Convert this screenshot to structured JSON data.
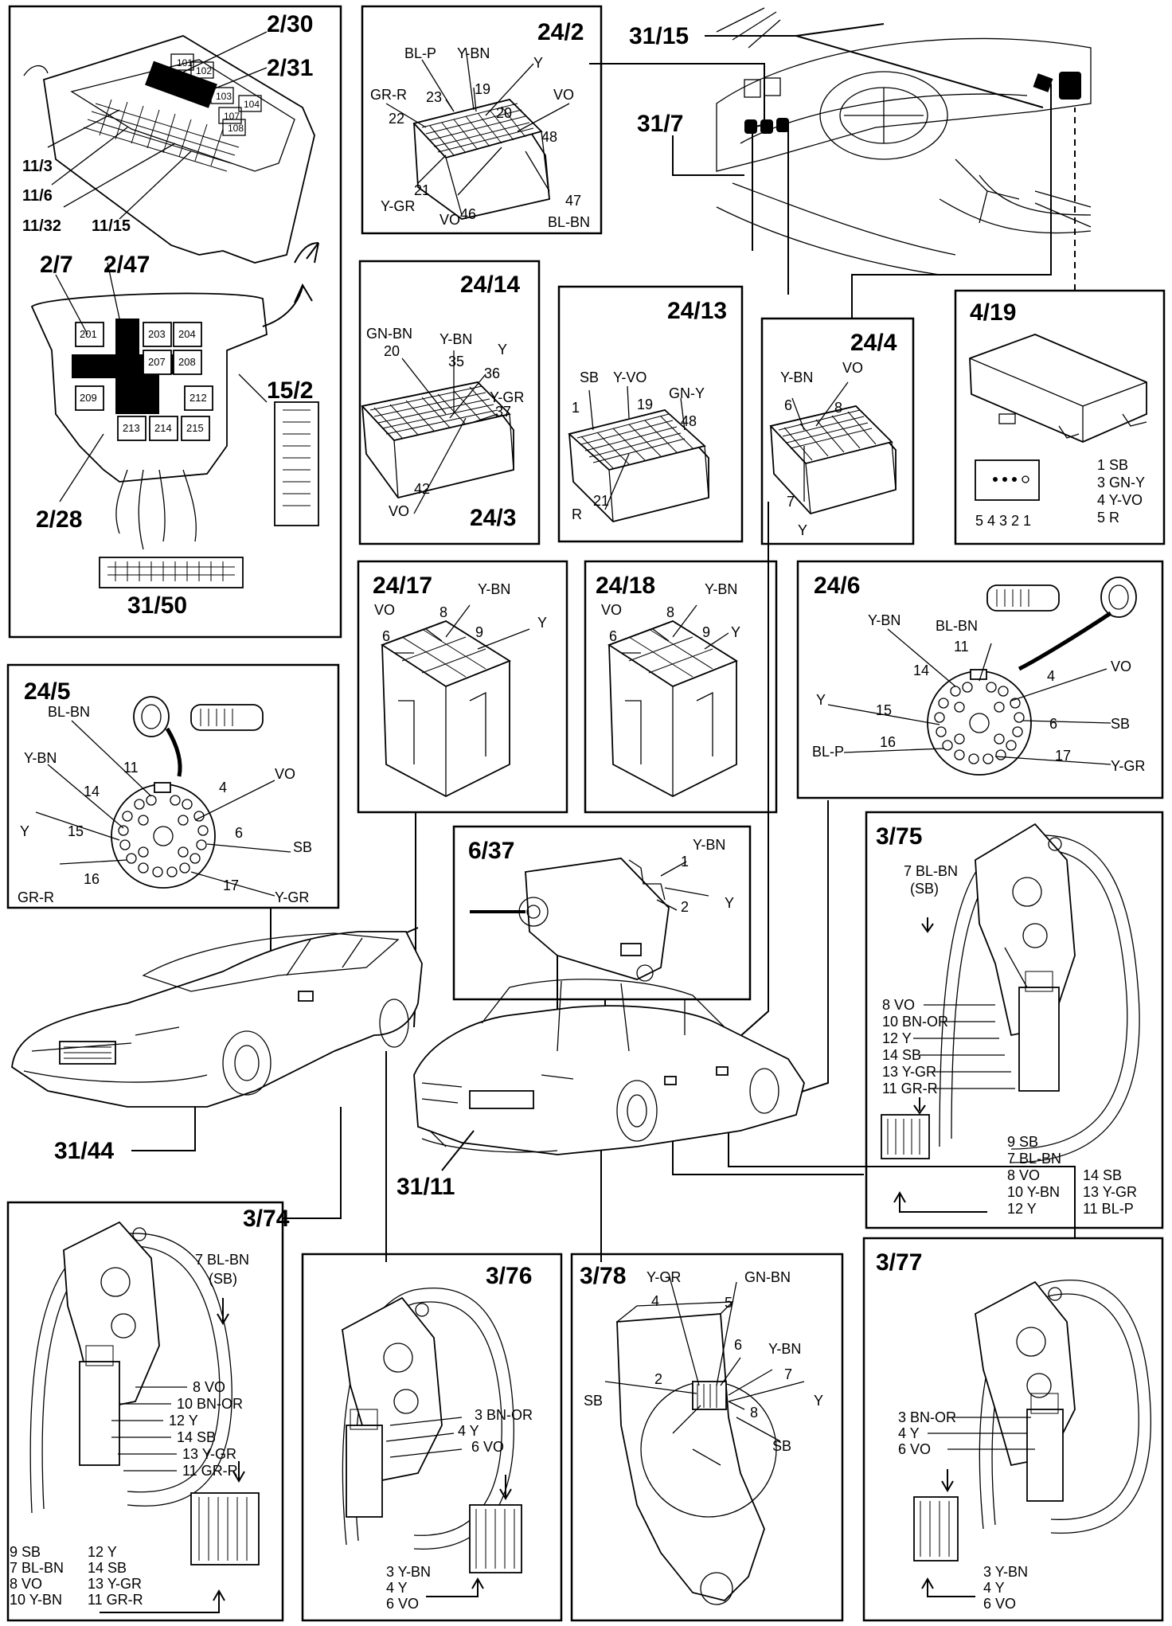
{
  "panels": {
    "fusebox": {
      "refs": [
        "2/30",
        "2/31",
        "11/3",
        "11/6",
        "11/32",
        "11/15",
        "2/7",
        "2/47",
        "15/2",
        "2/28",
        "31/50"
      ],
      "relay_numbers_top": [
        "101",
        "102",
        "103",
        "104",
        "107",
        "108"
      ],
      "relay_numbers_bottom": [
        "201",
        "203",
        "204",
        "207",
        "208",
        "209",
        "212",
        "213",
        "214",
        "215"
      ]
    },
    "p24_2": {
      "title": "24/2",
      "labels": [
        "BL-P",
        "Y-BN",
        "Y",
        "GR-R",
        "VO",
        "23",
        "19",
        "20",
        "22",
        "48",
        "21",
        "Y-GR",
        "VO",
        "46",
        "47",
        "BL-BN"
      ]
    },
    "dash": {
      "refs": [
        "31/15",
        "31/7"
      ]
    },
    "p24_14": {
      "title": "24/14",
      "subtitle": "24/3",
      "labels": [
        "GN-BN",
        "Y-BN",
        "20",
        "35",
        "Y",
        "36",
        "Y-GR",
        "37",
        "42",
        "VO"
      ]
    },
    "p24_13": {
      "title": "24/13",
      "labels": [
        "SB",
        "Y-VO",
        "1",
        "19",
        "GN-Y",
        "48",
        "21",
        "R"
      ]
    },
    "p24_4": {
      "title": "24/4",
      "labels": [
        "Y-BN",
        "VO",
        "6",
        "8",
        "7",
        "Y"
      ]
    },
    "p4_19": {
      "title": "4/19",
      "pins": "5 4 3 2 1",
      "legend": [
        "1 SB",
        "3 GN-Y",
        "4 Y-VO",
        "5 R"
      ]
    },
    "p24_5": {
      "title": "24/5",
      "labels": [
        "BL-BN",
        "Y-BN",
        "11",
        "14",
        "4",
        "VO",
        "Y",
        "15",
        "6",
        "SB",
        "16",
        "GR-R",
        "17",
        "Y-GR"
      ]
    },
    "p24_17": {
      "title": "24/17",
      "labels": [
        "Y-BN",
        "VO",
        "8",
        "6",
        "9",
        "Y"
      ]
    },
    "p24_18": {
      "title": "24/18",
      "labels": [
        "Y-BN",
        "VO",
        "8",
        "6",
        "9",
        "Y"
      ]
    },
    "p24_6": {
      "title": "24/6",
      "labels": [
        "Y-BN",
        "BL-BN",
        "11",
        "14",
        "4",
        "VO",
        "Y",
        "15",
        "6",
        "SB",
        "BL-P",
        "16",
        "17",
        "Y-GR"
      ]
    },
    "p6_37": {
      "title": "6/37",
      "labels": [
        "Y-BN",
        "1",
        "2",
        "Y"
      ]
    },
    "p3_75": {
      "title": "3/75",
      "top": [
        "7 BL-BN",
        "(SB)"
      ],
      "wires": [
        "8 VO",
        "10 BN-OR",
        "12 Y",
        "14 SB",
        "13 Y-GR",
        "11 GR-R"
      ],
      "legend_left": [
        "9 SB",
        "7 BL-BN",
        "8 VO",
        "10 Y-BN",
        "12 Y"
      ],
      "legend_right": [
        "14 SB",
        "13 Y-GR",
        "11 BL-P"
      ]
    },
    "cars": {
      "refs": [
        "31/44",
        "31/11"
      ]
    },
    "p3_74": {
      "title": "3/74",
      "top": [
        "7 BL-BN",
        "(SB)"
      ],
      "wires": [
        "8 VO",
        "10 BN-OR",
        "12 Y",
        "14 SB",
        "13 Y-GR",
        "11 GR-R"
      ],
      "legend_left": [
        "9 SB",
        "7 BL-BN",
        "8 VO",
        "10 Y-BN"
      ],
      "legend_right": [
        "12 Y",
        "14 SB",
        "13 Y-GR",
        "11 GR-R"
      ]
    },
    "p3_76": {
      "title": "3/76",
      "wires": [
        "3 BN-OR",
        "4 Y",
        "6 VO"
      ],
      "legend": [
        "3 Y-BN",
        "4 Y",
        "6 VO"
      ]
    },
    "p3_78": {
      "title": "3/78",
      "labels": [
        "Y-GR",
        "GN-BN",
        "4",
        "5",
        "6",
        "Y-BN",
        "2",
        "7",
        "SB",
        "Y",
        "8",
        "SB"
      ]
    },
    "p3_77": {
      "title": "3/77",
      "wires": [
        "3 BN-OR",
        "4 Y",
        "6 VO"
      ],
      "legend": [
        "3 Y-BN",
        "4 Y",
        "6 VO"
      ]
    }
  }
}
